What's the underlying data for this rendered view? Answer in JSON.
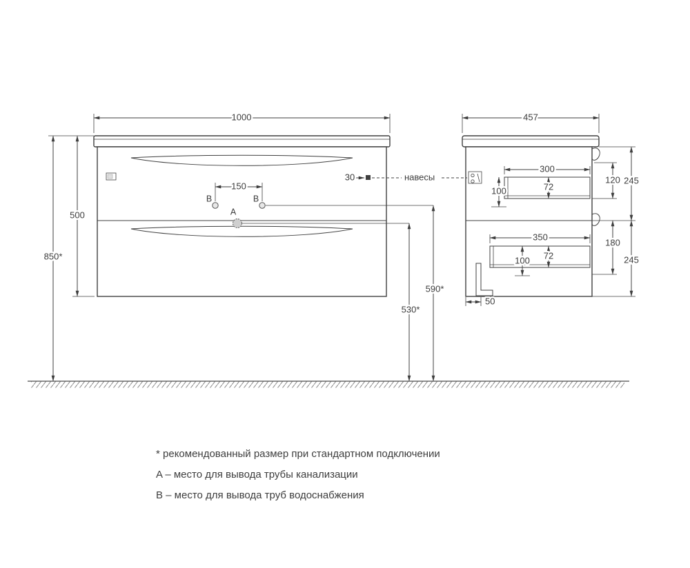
{
  "front": {
    "width": "1000",
    "height_total": "850*",
    "height_cabinet": "500",
    "b_spacing": "150",
    "hanger_offset": "30",
    "hangers": "навесы",
    "a": "A",
    "b_left": "B",
    "b_right": "B",
    "water_height": "590*",
    "drain_height": "530*"
  },
  "side": {
    "depth": "457",
    "top_drawer_width": "300",
    "top_drawer_height": "72",
    "top_drawer_clearance": "100",
    "top_front": "120",
    "top_section": "245",
    "bottom_drawer_width": "350",
    "bottom_drawer_height": "72",
    "bottom_drawer_clearance": "100",
    "bottom_front": "180",
    "bottom_section": "245",
    "wall_gap": "50"
  },
  "legend": {
    "note": "* рекомендованный размер при стандартном подключении",
    "a": "A – место для вывода трубы канализации",
    "b": "B – место для вывода труб водоснабжения"
  },
  "colors": {
    "line": "#3f3f3f",
    "text": "#3d3d3d",
    "background": "#ffffff"
  }
}
